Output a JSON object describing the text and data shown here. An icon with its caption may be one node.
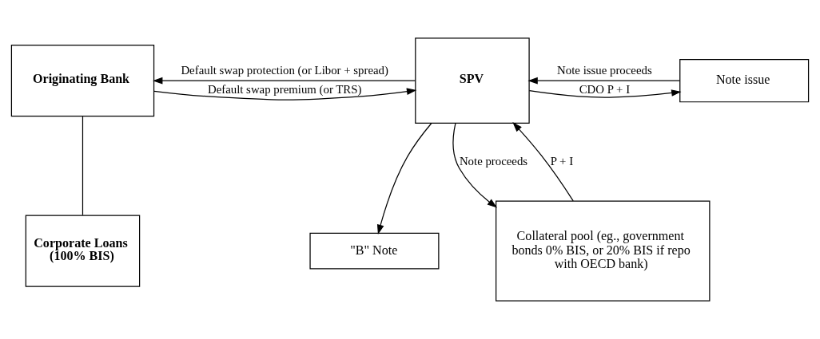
{
  "diagram": {
    "nodes": [
      {
        "text": [
          "Originating Bank"
        ]
      },
      {
        "text": [
          "SPV"
        ]
      },
      {
        "text": [
          "Note issue"
        ]
      },
      {
        "text": [
          "\"B\" Note"
        ]
      },
      {
        "text": [
          "Corporate Loans (100% BIS)"
        ]
      },
      {
        "text": [
          "Collateral pool (eg., government bonds 0% BIS, or 20% BIS if repo with OECD bank)"
        ]
      }
    ],
    "edges": [
      {
        "from": 0,
        "to": 1,
        "arrow": "to",
        "label": "Default swap premium (or TRS)"
      },
      {
        "from": 1,
        "to": 0,
        "arrow": "to",
        "label": "Default swap protection (or Libor + spread)"
      },
      {
        "from": 2,
        "to": 1,
        "arrow": "to",
        "label": "Note issue proceeds"
      },
      {
        "from": 1,
        "to": 2,
        "arrow": "to",
        "label": "CDO P + I"
      },
      {
        "from": 1,
        "to": 3,
        "arrow": "to"
      },
      {
        "from": 0,
        "to": 4,
        "arrow": "none"
      },
      {
        "from": 5,
        "to": 1,
        "arrow": "to",
        "label": "P + I"
      },
      {
        "from": 1,
        "to": 5,
        "arrow": "to",
        "label": "Note proceeds"
      }
    ]
  }
}
